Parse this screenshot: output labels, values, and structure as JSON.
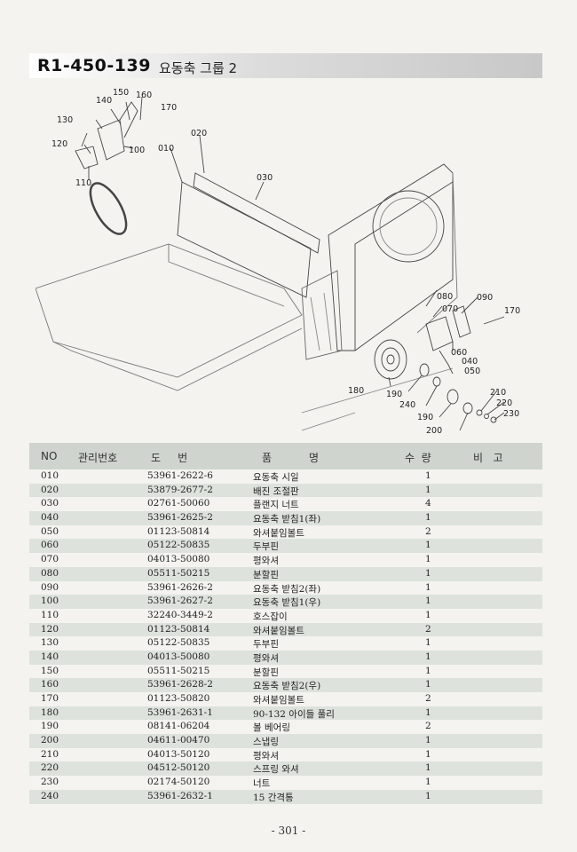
{
  "header": {
    "code": "R1-450-139",
    "name": "요동축 그룹 2"
  },
  "diagram": {
    "callouts": [
      "010",
      "020",
      "030",
      "040",
      "050",
      "060",
      "070",
      "080",
      "090",
      "100",
      "110",
      "120",
      "130",
      "140",
      "150",
      "160",
      "170",
      "170",
      "180",
      "190",
      "190",
      "200",
      "210",
      "220",
      "230",
      "240"
    ]
  },
  "table": {
    "headers": {
      "no": "NO",
      "mgmt": "관리번호",
      "drawing": "도     번",
      "name": "품           명",
      "qty": "수  량",
      "remark": "비   고"
    },
    "rows": [
      {
        "no": "010",
        "part": "53961-2622-6",
        "name": "요동축 시일",
        "qty": "1"
      },
      {
        "no": "020",
        "part": "53879-2677-2",
        "name": "배진 조절판",
        "qty": "1"
      },
      {
        "no": "030",
        "part": "02761-50060",
        "name": "플랜지 너트",
        "qty": "4"
      },
      {
        "no": "040",
        "part": "53961-2625-2",
        "name": "요동축 받침1(좌)",
        "qty": "1"
      },
      {
        "no": "050",
        "part": "01123-50814",
        "name": "와셔붙임볼트",
        "qty": "2"
      },
      {
        "no": "060",
        "part": "05122-50835",
        "name": "두부핀",
        "qty": "1"
      },
      {
        "no": "070",
        "part": "04013-50080",
        "name": "평와셔",
        "qty": "1"
      },
      {
        "no": "080",
        "part": "05511-50215",
        "name": "분할핀",
        "qty": "1"
      },
      {
        "no": "090",
        "part": "53961-2626-2",
        "name": "요동축 받침2(좌)",
        "qty": "1"
      },
      {
        "no": "100",
        "part": "53961-2627-2",
        "name": "요동축 받침1(우)",
        "qty": "1"
      },
      {
        "no": "110",
        "part": "32240-3449-2",
        "name": "호스잡이",
        "qty": "1"
      },
      {
        "no": "120",
        "part": "01123-50814",
        "name": "와셔붙임볼트",
        "qty": "2"
      },
      {
        "no": "130",
        "part": "05122-50835",
        "name": "두부핀",
        "qty": "1"
      },
      {
        "no": "140",
        "part": "04013-50080",
        "name": "평와셔",
        "qty": "1"
      },
      {
        "no": "150",
        "part": "05511-50215",
        "name": "분할핀",
        "qty": "1"
      },
      {
        "no": "160",
        "part": "53961-2628-2",
        "name": "요동축 받침2(우)",
        "qty": "1"
      },
      {
        "no": "170",
        "part": "01123-50820",
        "name": "와셔붙임볼트",
        "qty": "2"
      },
      {
        "no": "180",
        "part": "53961-2631-1",
        "name": "90-132 아이들 풀리",
        "qty": "1"
      },
      {
        "no": "190",
        "part": "08141-06204",
        "name": "볼 베어링",
        "qty": "2"
      },
      {
        "no": "200",
        "part": "04611-00470",
        "name": "스냅링",
        "qty": "1"
      },
      {
        "no": "210",
        "part": "04013-50120",
        "name": "평와셔",
        "qty": "1"
      },
      {
        "no": "220",
        "part": "04512-50120",
        "name": "스프링 와셔",
        "qty": "1"
      },
      {
        "no": "230",
        "part": "02174-50120",
        "name": "너트",
        "qty": "1"
      },
      {
        "no": "240",
        "part": "53961-2632-1",
        "name": "15 간격통",
        "qty": "1"
      }
    ]
  },
  "footer": {
    "page": "- 301 -"
  }
}
